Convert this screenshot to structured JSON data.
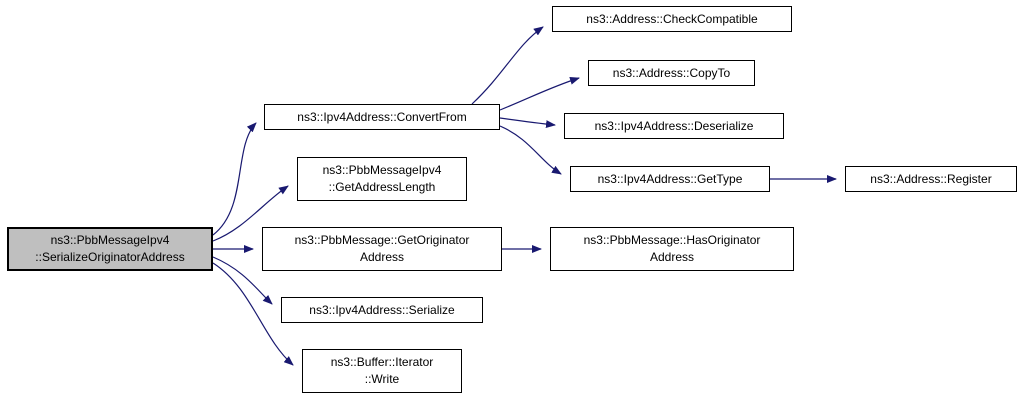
{
  "diagram": {
    "type": "call-graph",
    "colors": {
      "edge": "#191970",
      "node_border": "#000000",
      "node_bg": "#ffffff",
      "highlight_bg": "#bfbfbf"
    },
    "nodes": [
      {
        "id": "serialize-originator-address",
        "lines": [
          "ns3::PbbMessageIpv4",
          "::SerializeOriginatorAddress"
        ],
        "highlighted": true
      },
      {
        "id": "convert-from",
        "lines": [
          "ns3::Ipv4Address::ConvertFrom"
        ],
        "highlighted": false
      },
      {
        "id": "get-address-length",
        "lines": [
          "ns3::PbbMessageIpv4",
          "::GetAddressLength"
        ],
        "highlighted": false
      },
      {
        "id": "get-originator-address",
        "lines": [
          "ns3::PbbMessage::GetOriginator",
          "Address"
        ],
        "highlighted": false
      },
      {
        "id": "ipv4-serialize",
        "lines": [
          "ns3::Ipv4Address::Serialize"
        ],
        "highlighted": false
      },
      {
        "id": "buffer-iterator-write",
        "lines": [
          "ns3::Buffer::Iterator",
          "::Write"
        ],
        "highlighted": false
      },
      {
        "id": "check-compatible",
        "lines": [
          "ns3::Address::CheckCompatible"
        ],
        "highlighted": false
      },
      {
        "id": "copy-to",
        "lines": [
          "ns3::Address::CopyTo"
        ],
        "highlighted": false
      },
      {
        "id": "ipv4-deserialize",
        "lines": [
          "ns3::Ipv4Address::Deserialize"
        ],
        "highlighted": false
      },
      {
        "id": "get-type",
        "lines": [
          "ns3::Ipv4Address::GetType"
        ],
        "highlighted": false
      },
      {
        "id": "has-originator-address",
        "lines": [
          "ns3::PbbMessage::HasOriginator",
          "Address"
        ],
        "highlighted": false
      },
      {
        "id": "address-register",
        "lines": [
          "ns3::Address::Register"
        ],
        "highlighted": false
      }
    ],
    "edges": [
      {
        "from": "serialize-originator-address",
        "to": "convert-from"
      },
      {
        "from": "serialize-originator-address",
        "to": "get-address-length"
      },
      {
        "from": "serialize-originator-address",
        "to": "get-originator-address"
      },
      {
        "from": "serialize-originator-address",
        "to": "ipv4-serialize"
      },
      {
        "from": "serialize-originator-address",
        "to": "buffer-iterator-write"
      },
      {
        "from": "convert-from",
        "to": "check-compatible"
      },
      {
        "from": "convert-from",
        "to": "copy-to"
      },
      {
        "from": "convert-from",
        "to": "ipv4-deserialize"
      },
      {
        "from": "convert-from",
        "to": "get-type"
      },
      {
        "from": "get-type",
        "to": "address-register"
      },
      {
        "from": "get-originator-address",
        "to": "has-originator-address"
      }
    ]
  }
}
